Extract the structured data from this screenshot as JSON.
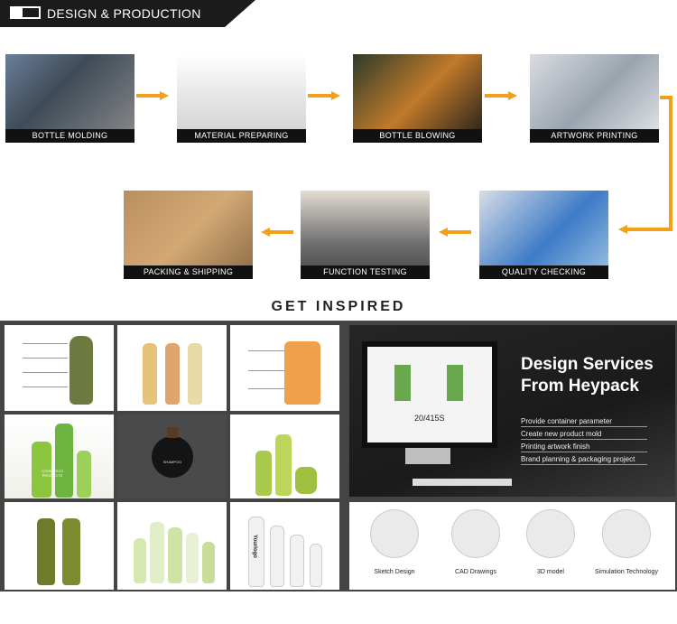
{
  "header": {
    "title": "DESIGN & PRODUCTION"
  },
  "process_steps": [
    {
      "label": "BOTTLE MOLDING"
    },
    {
      "label": "MATERIAL PREPARING"
    },
    {
      "label": "BOTTLE BLOWING"
    },
    {
      "label": "ARTWORK PRINTING"
    },
    {
      "label": "QUALITY CHECKING"
    },
    {
      "label": "FUNCTION TESTING"
    },
    {
      "label": "PACKING & SHIPPING"
    }
  ],
  "colors": {
    "accent": "#f2a01a",
    "header_bg": "#1b1b1b",
    "gallery_bg": "#444444"
  },
  "inspired": {
    "title": "GET INSPIRED"
  },
  "promo": {
    "title_line1": "Design Services",
    "title_line2": "From Heypack",
    "screen_label": "20/415S",
    "items": [
      "Provide container parameter",
      "Create new product mold",
      "Printing artwork finish",
      "Brand planning & packaging project"
    ]
  },
  "services": [
    {
      "label": "Sketch Design"
    },
    {
      "label": "CAD Drawings"
    },
    {
      "label": "3D model"
    },
    {
      "label": "Simulation Technology"
    }
  ],
  "gallery_text": {
    "cosmetic_label": "COSMETICS PRODUCTS",
    "shampoo_label": "SHAMPOO",
    "yourlogo": "Yourlogo"
  }
}
